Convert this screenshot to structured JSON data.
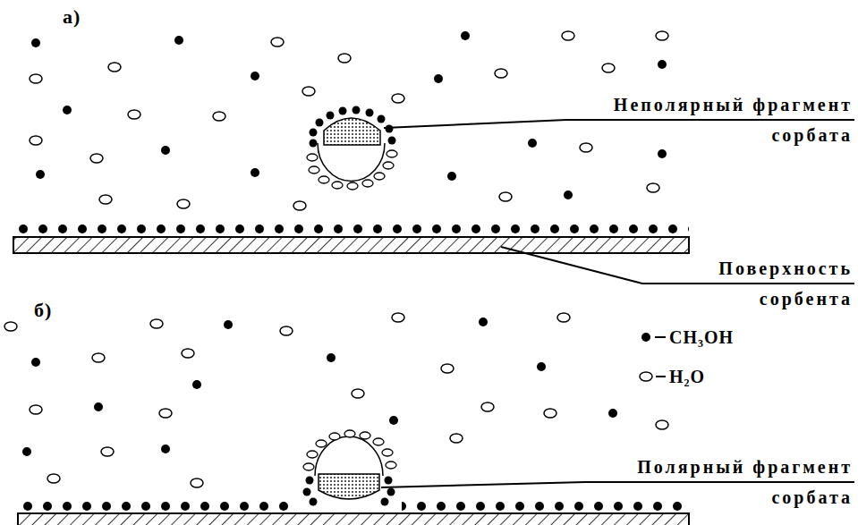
{
  "diagram": {
    "labels": [
      "а)",
      "Неполярный фрагмент сорбата",
      "Поверхность сорбента",
      "б)",
      "Полярный фрагмент сорбата"
    ],
    "legend": [
      {
        "text": "CH₃OH"
      },
      {
        "text": "H₂O"
      }
    ]
  }
}
